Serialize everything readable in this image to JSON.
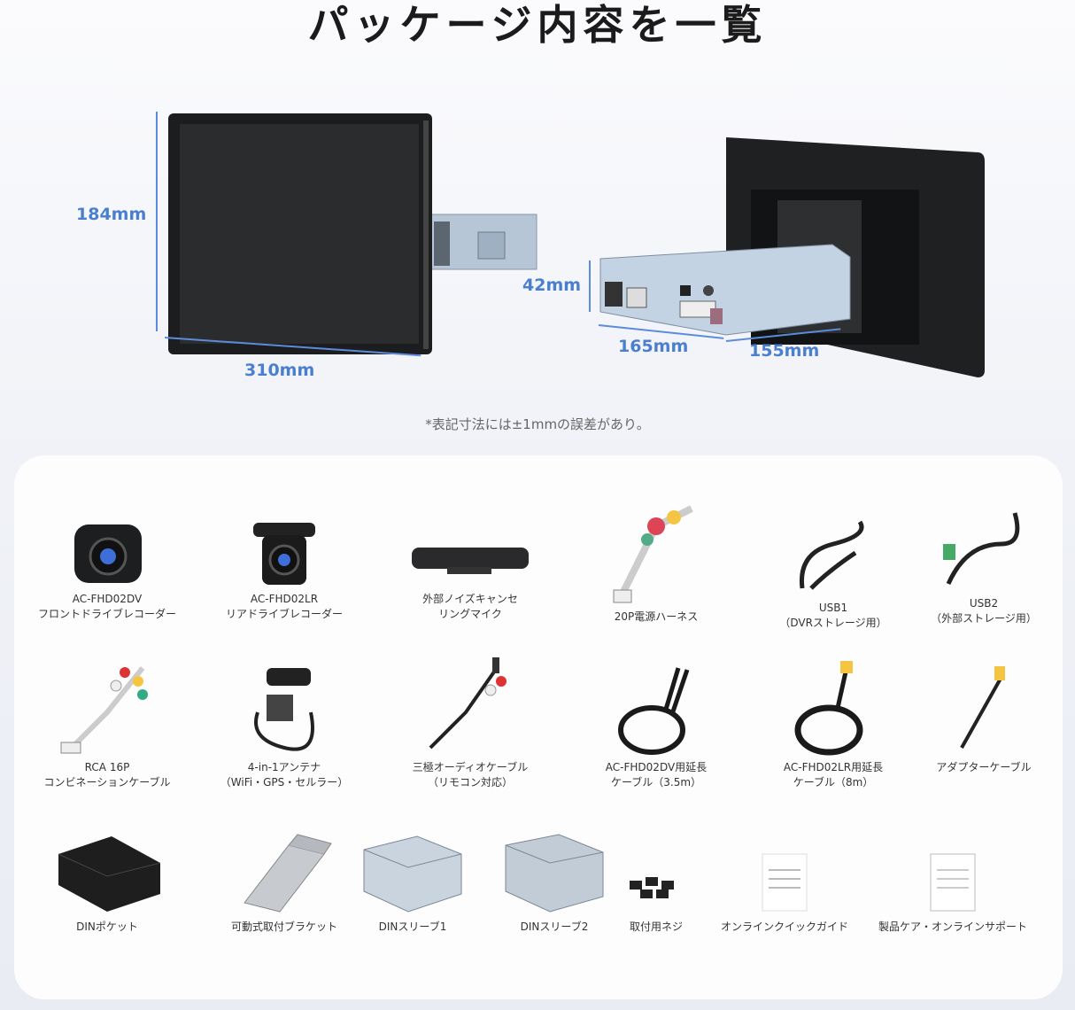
{
  "title": "パッケージ内容を一覧",
  "dimensions": {
    "height_front": "184mm",
    "width_front": "310mm",
    "depth_chassis": "42mm",
    "length_chassis": "165mm",
    "length_bracket": "155mm"
  },
  "note": "*表記寸法には±1mmの誤差があり。",
  "items": [
    {
      "label": "AC-FHD02DV\nフロントドライブレコーダー",
      "icon": "front-dashcam-icon"
    },
    {
      "label": "AC-FHD02LR\nリアドライブレコーダー",
      "icon": "rear-camera-icon"
    },
    {
      "label": "外部ノイズキャンセ\nリングマイク",
      "icon": "microphone-icon"
    },
    {
      "label": "20P電源ハーネス",
      "icon": "power-harness-icon"
    },
    {
      "label": "USB1\n（DVRストレージ用）",
      "icon": "usb-cable-icon"
    },
    {
      "label": "USB2\n（外部ストレージ用）",
      "icon": "usb-cable-icon"
    },
    {
      "label": "RCA 16P\nコンビネーションケーブル",
      "icon": "rca-cable-icon"
    },
    {
      "label": "4-in-1アンテナ\n（WiFi・GPS・セルラー）",
      "icon": "antenna-icon"
    },
    {
      "label": "三極オーディオケーブル\n（リモコン対応）",
      "icon": "audio-cable-icon"
    },
    {
      "label": "AC-FHD02DV用延長\nケーブル（3.5m）",
      "icon": "extension-cable-icon"
    },
    {
      "label": "AC-FHD02LR用延長\nケーブル（8m）",
      "icon": "extension-cable-icon"
    },
    {
      "label": "アダプターケーブル",
      "icon": "adapter-cable-icon"
    },
    {
      "label": "DINポケット",
      "icon": "din-pocket-icon"
    },
    {
      "label": "可動式取付ブラケット",
      "icon": "bracket-icon"
    },
    {
      "label": "DINスリーブ1",
      "icon": "din-sleeve-icon"
    },
    {
      "label": "DINスリーブ2",
      "icon": "din-sleeve-icon"
    },
    {
      "label": "取付用ネジ",
      "icon": "screws-icon"
    },
    {
      "label": "オンラインクイックガイド",
      "icon": "document-icon"
    },
    {
      "label": "製品ケア・オンラインサポート",
      "icon": "document-icon"
    }
  ]
}
